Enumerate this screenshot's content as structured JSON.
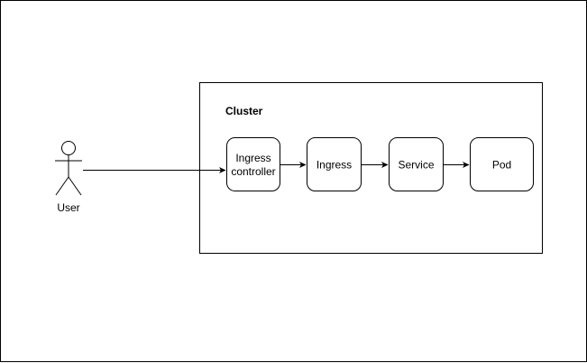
{
  "cluster": {
    "title": "Cluster"
  },
  "actor": {
    "label": "User"
  },
  "nodes": {
    "ingress_controller": {
      "line1": "Ingress",
      "line2": "controller"
    },
    "ingress": {
      "label": "Ingress"
    },
    "service": {
      "label": "Service"
    },
    "pod": {
      "label": "Pod"
    }
  },
  "edges": [
    {
      "from": "User",
      "to": "Ingress controller"
    },
    {
      "from": "Ingress controller",
      "to": "Ingress"
    },
    {
      "from": "Ingress",
      "to": "Service"
    },
    {
      "from": "Service",
      "to": "Pod"
    }
  ],
  "colors": {
    "stroke": "#000000",
    "background": "#ffffff"
  }
}
